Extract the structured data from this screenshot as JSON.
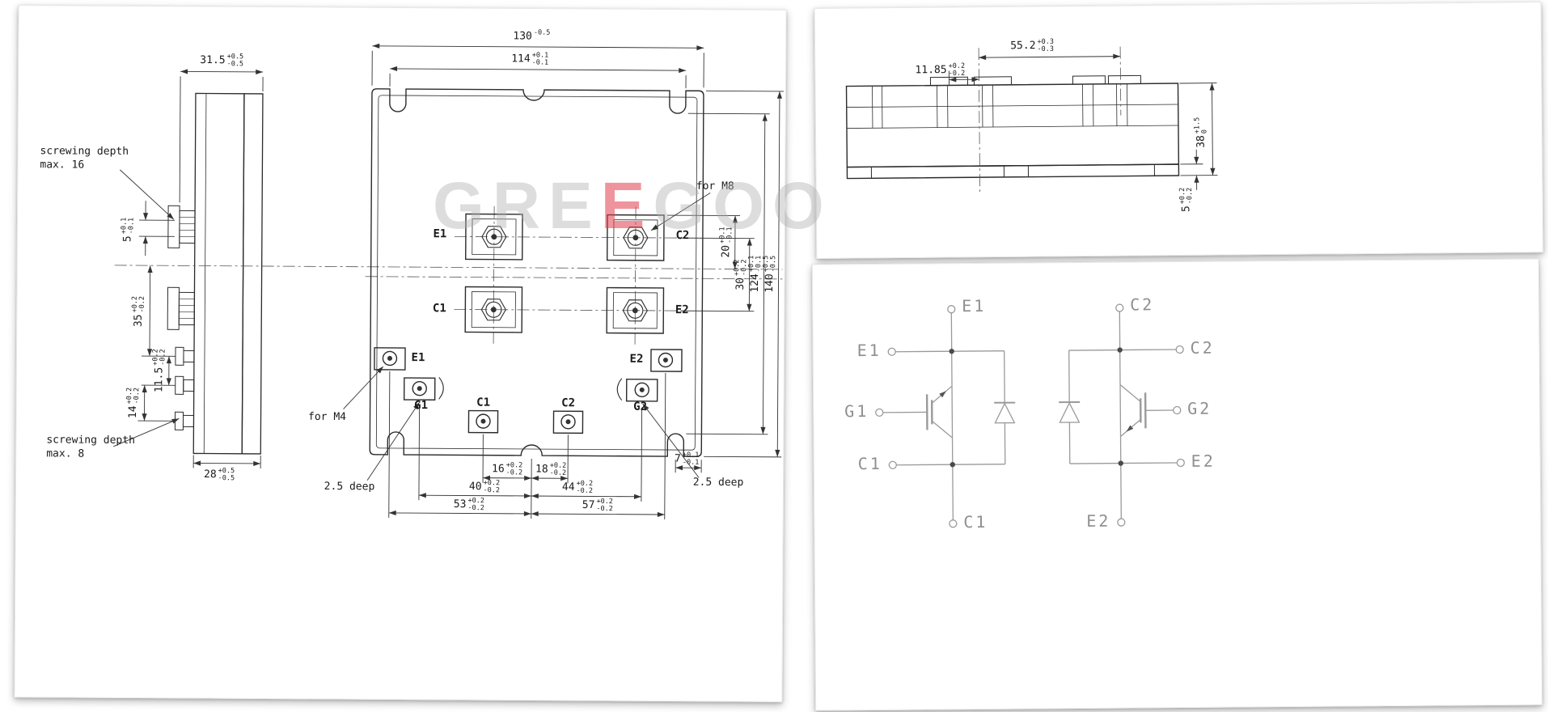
{
  "colors": {
    "drawing_line": "#2b2b2b",
    "schematic_line": "#9a9a9a",
    "watermark_gray": "#aeaeae",
    "watermark_red": "#e13c4b"
  },
  "watermark": {
    "part1": "GRE",
    "part2": "E",
    "part3": "GOO"
  },
  "main": {
    "side": {
      "note_top": "screwing depth\nmax. 16",
      "note_bottom": "screwing depth\nmax. 8",
      "dims": {
        "d315": {
          "v": "31.5",
          "p": "+0.5",
          "m": "-0.5"
        },
        "d5": {
          "v": "5",
          "p": "+0.1",
          "m": "-0.1"
        },
        "d35": {
          "v": "35",
          "p": "+0.2",
          "m": "-0.2"
        },
        "d115": {
          "v": "11.5",
          "p": "+0.2",
          "m": "-0.2"
        },
        "d14": {
          "v": "14",
          "p": "+0.2",
          "m": "-0.2"
        },
        "d28": {
          "v": "28",
          "p": "+0.5",
          "m": "-0.5"
        }
      }
    },
    "plan": {
      "dims": {
        "d130": {
          "v": "130",
          "p": "-0.5",
          "m": ""
        },
        "d114": {
          "v": "114",
          "p": "+0.1",
          "m": "-0.1"
        },
        "d20": {
          "v": "20",
          "p": "+0.1",
          "m": "-0.1"
        },
        "d30": {
          "v": "30",
          "p": "+0.2",
          "m": "-0.2"
        },
        "d124": {
          "v": "124",
          "p": "+0.1",
          "m": "-0.1"
        },
        "d140": {
          "v": "140",
          "p": "+0.5",
          "m": "-0.5"
        },
        "d7": {
          "v": "7",
          "p": "+0.1",
          "m": "-0.1"
        },
        "d16": {
          "v": "16",
          "p": "+0.2",
          "m": "-0.2"
        },
        "d18": {
          "v": "18",
          "p": "+0.2",
          "m": "-0.2"
        },
        "d40": {
          "v": "40",
          "p": "+0.2",
          "m": "-0.2"
        },
        "d44": {
          "v": "44",
          "p": "+0.2",
          "m": "-0.2"
        },
        "d53": {
          "v": "53",
          "p": "+0.2",
          "m": "-0.2"
        },
        "d57": {
          "v": "57",
          "p": "+0.2",
          "m": "-0.2"
        }
      },
      "terminals": {
        "t1": "E1",
        "t2": "C2",
        "t3": "C1",
        "t4": "E2",
        "c1": "E1",
        "c2": "G1",
        "c3": "C1",
        "c4": "C2",
        "c5": "G2",
        "c6": "E2"
      },
      "notes": {
        "for_m8": "for M8",
        "for_m4": "for M4",
        "deep_left": "2.5 deep",
        "deep_right": "2.5 deep"
      }
    }
  },
  "front": {
    "dims": {
      "d552": {
        "v": "55.2",
        "p": "+0.3",
        "m": "-0.3"
      },
      "d1185": {
        "v": "11.85",
        "p": "+0.2",
        "m": "-0.2"
      },
      "d38": {
        "v": "38",
        "p": "+1.5",
        "m": "0"
      },
      "d5": {
        "v": "5",
        "p": "+0.2",
        "m": "-0.2"
      }
    }
  },
  "schematic": {
    "left": {
      "top": "E1",
      "side_top": "E1",
      "gate": "G1",
      "side_bottom": "C1",
      "bottom": "C1"
    },
    "right": {
      "top": "C2",
      "side_top": "C2",
      "gate": "G2",
      "side_bottom": "E2",
      "bottom": "E2"
    }
  }
}
